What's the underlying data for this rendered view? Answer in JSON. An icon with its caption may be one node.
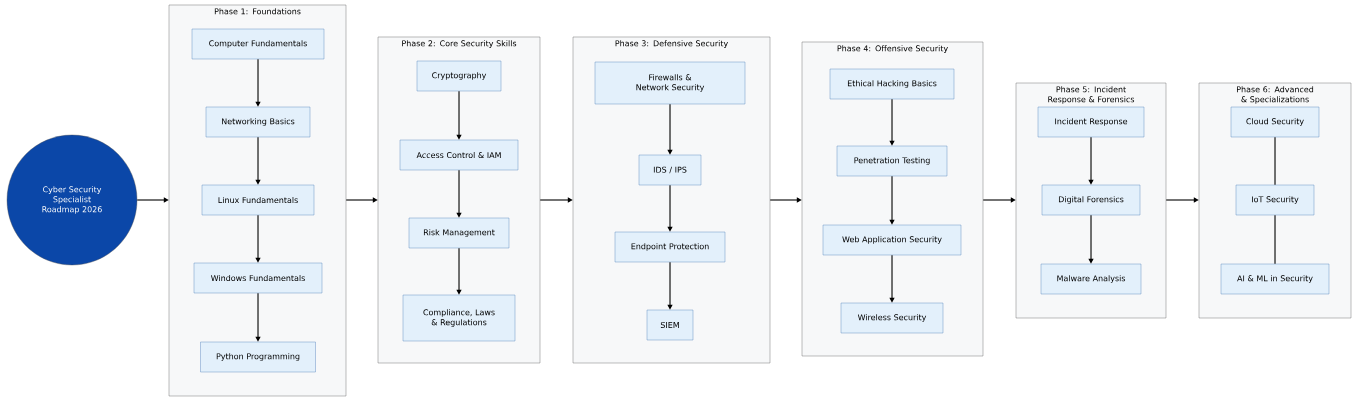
{
  "diagram": {
    "nodes": [
      {
        "text": [
          "Cyber Security Specialist Roadmap 2026"
        ]
      },
      {
        "text": [
          "Phase 1: Foundations"
        ]
      },
      {
        "text": [
          "Computer Fundamentals"
        ],
        "in": 1
      },
      {
        "text": [
          "Networking Basics"
        ],
        "in": 1
      },
      {
        "text": [
          "Linux Fundamentals"
        ],
        "in": 1
      },
      {
        "text": [
          "Windows Fundamentals"
        ],
        "in": 1
      },
      {
        "text": [
          "Python Programming"
        ],
        "in": 1
      },
      {
        "text": [
          "Phase 2: Core Security Skills"
        ]
      },
      {
        "text": [
          "Cryptography"
        ],
        "in": 7
      },
      {
        "text": [
          "Access Control & IAM"
        ],
        "in": 7
      },
      {
        "text": [
          "Risk Management"
        ],
        "in": 7
      },
      {
        "text": [
          "Compliance, Laws & Regulations"
        ],
        "in": 7
      },
      {
        "text": [
          "Phase 3: Defensive Security"
        ]
      },
      {
        "text": [
          "Firewalls & Network Security"
        ],
        "in": 12
      },
      {
        "text": [
          "IDS / IPS"
        ],
        "in": 12
      },
      {
        "text": [
          "Endpoint Protection"
        ],
        "in": 12
      },
      {
        "text": [
          "SIEM"
        ],
        "in": 12
      },
      {
        "text": [
          "Phase 4: Offensive Security"
        ]
      },
      {
        "text": [
          "Ethical Hacking Basics"
        ],
        "in": 17
      },
      {
        "text": [
          "Penetration Testing"
        ],
        "in": 17
      },
      {
        "text": [
          "Web Application Security"
        ],
        "in": 17
      },
      {
        "text": [
          "Wireless Security"
        ],
        "in": 17
      },
      {
        "text": [
          "Phase 5: Incident Response & Forensics"
        ]
      },
      {
        "text": [
          "Incident Response"
        ],
        "in": 22
      },
      {
        "text": [
          "Digital Forensics"
        ],
        "in": 22
      },
      {
        "text": [
          "Malware Analysis"
        ],
        "in": 22
      },
      {
        "text": [
          "Phase 6: Advanced & Specializations"
        ]
      },
      {
        "text": [
          "Cloud Security"
        ],
        "in": 26
      },
      {
        "text": [
          "IoT Security"
        ],
        "in": 26
      },
      {
        "text": [
          "AI & ML in Security"
        ],
        "in": 26
      }
    ],
    "edges": [
      {
        "from": 0,
        "to": 1,
        "arrow": "to"
      },
      {
        "from": 1,
        "to": 7,
        "arrow": "to"
      },
      {
        "from": 7,
        "to": 12,
        "arrow": "to"
      },
      {
        "from": 12,
        "to": 17,
        "arrow": "to"
      },
      {
        "from": 17,
        "to": 22,
        "arrow": "to"
      },
      {
        "from": 22,
        "to": 26,
        "arrow": "to"
      },
      {
        "from": 2,
        "to": 3,
        "arrow": "to"
      },
      {
        "from": 3,
        "to": 4,
        "arrow": "to"
      },
      {
        "from": 4,
        "to": 5,
        "arrow": "to"
      },
      {
        "from": 5,
        "to": 6,
        "arrow": "to"
      },
      {
        "from": 8,
        "to": 9,
        "arrow": "to"
      },
      {
        "from": 9,
        "to": 10,
        "arrow": "to"
      },
      {
        "from": 10,
        "to": 11,
        "arrow": "to"
      },
      {
        "from": 13,
        "to": 14,
        "arrow": "to"
      },
      {
        "from": 14,
        "to": 15,
        "arrow": "to"
      },
      {
        "from": 15,
        "to": 16,
        "arrow": "to"
      },
      {
        "from": 18,
        "to": 19,
        "arrow": "to"
      },
      {
        "from": 19,
        "to": 20,
        "arrow": "to"
      },
      {
        "from": 20,
        "to": 21,
        "arrow": "to"
      },
      {
        "from": 23,
        "to": 24,
        "arrow": "to"
      },
      {
        "from": 24,
        "to": 25,
        "arrow": "to"
      },
      {
        "from": 27,
        "to": 28,
        "arrow": "none"
      },
      {
        "from": 28,
        "to": 29,
        "arrow": "none"
      }
    ]
  }
}
